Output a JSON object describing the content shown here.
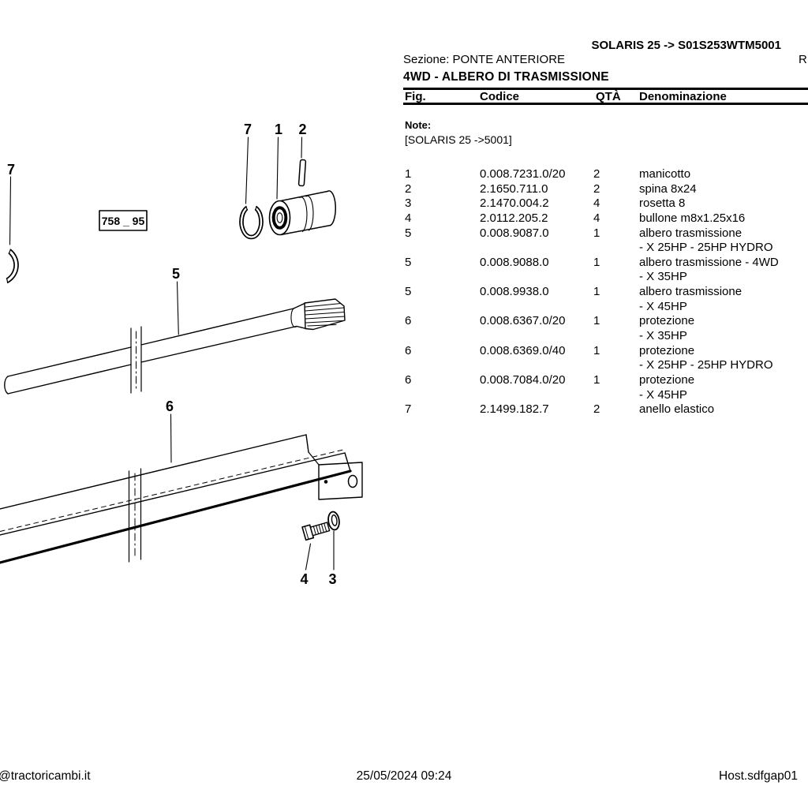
{
  "header": {
    "model_line": "SOLARIS 25 -> S01S253WTM5001",
    "section_line": "Sezione: PONTE ANTERIORE",
    "right_fragment": "R",
    "title": "4WD - ALBERO DI TRASMISSIONE"
  },
  "columns": {
    "fig": "Fig.",
    "codice": "Codice",
    "qta": "QTÀ",
    "denominazione": "Denominazione"
  },
  "note": {
    "label": "Note:",
    "value": "[SOLARIS 25 ->5001]"
  },
  "rows": [
    {
      "fig": "1",
      "codice": "0.008.7231.0/20",
      "qta": "2",
      "den": "manicotto",
      "sub": ""
    },
    {
      "fig": "2",
      "codice": "2.1650.711.0",
      "qta": "2",
      "den": "spina 8x24",
      "sub": ""
    },
    {
      "fig": "3",
      "codice": "2.1470.004.2",
      "qta": "4",
      "den": "rosetta 8",
      "sub": ""
    },
    {
      "fig": "4",
      "codice": "2.0112.205.2",
      "qta": "4",
      "den": "bullone m8x1.25x16",
      "sub": ""
    },
    {
      "fig": "5",
      "codice": "0.008.9087.0",
      "qta": "1",
      "den": "albero trasmissione",
      "sub": "- X 25HP - 25HP HYDRO"
    },
    {
      "fig": "5",
      "codice": "0.008.9088.0",
      "qta": "1",
      "den": "albero trasmissione - 4WD",
      "sub": "- X 35HP"
    },
    {
      "fig": "5",
      "codice": "0.008.9938.0",
      "qta": "1",
      "den": "albero trasmissione",
      "sub": "- X 45HP"
    },
    {
      "fig": "6",
      "codice": "0.008.6367.0/20",
      "qta": "1",
      "den": "protezione",
      "sub": "- X 35HP"
    },
    {
      "fig": "6",
      "codice": "0.008.6369.0/40",
      "qta": "1",
      "den": "protezione",
      "sub": "- X 25HP - 25HP HYDRO"
    },
    {
      "fig": "6",
      "codice": "0.008.7084.0/20",
      "qta": "1",
      "den": "protezione",
      "sub": "- X 45HP"
    },
    {
      "fig": "7",
      "codice": "2.1499.182.7",
      "qta": "2",
      "den": "anello elastico",
      "sub": ""
    }
  ],
  "diagram": {
    "frame_label": "758 _ 95",
    "callout_7_top": "7",
    "callout_1": "1",
    "callout_2": "2",
    "callout_7_left": "7",
    "callout_5": "5",
    "callout_6": "6",
    "callout_4": "4",
    "callout_3": "3"
  },
  "footer": {
    "site": "@tractoricambi.it",
    "datetime": "25/05/2024 09:24",
    "host": "Host.sdfgap01"
  },
  "colors": {
    "ink": "#000000",
    "paper": "#ffffff"
  }
}
